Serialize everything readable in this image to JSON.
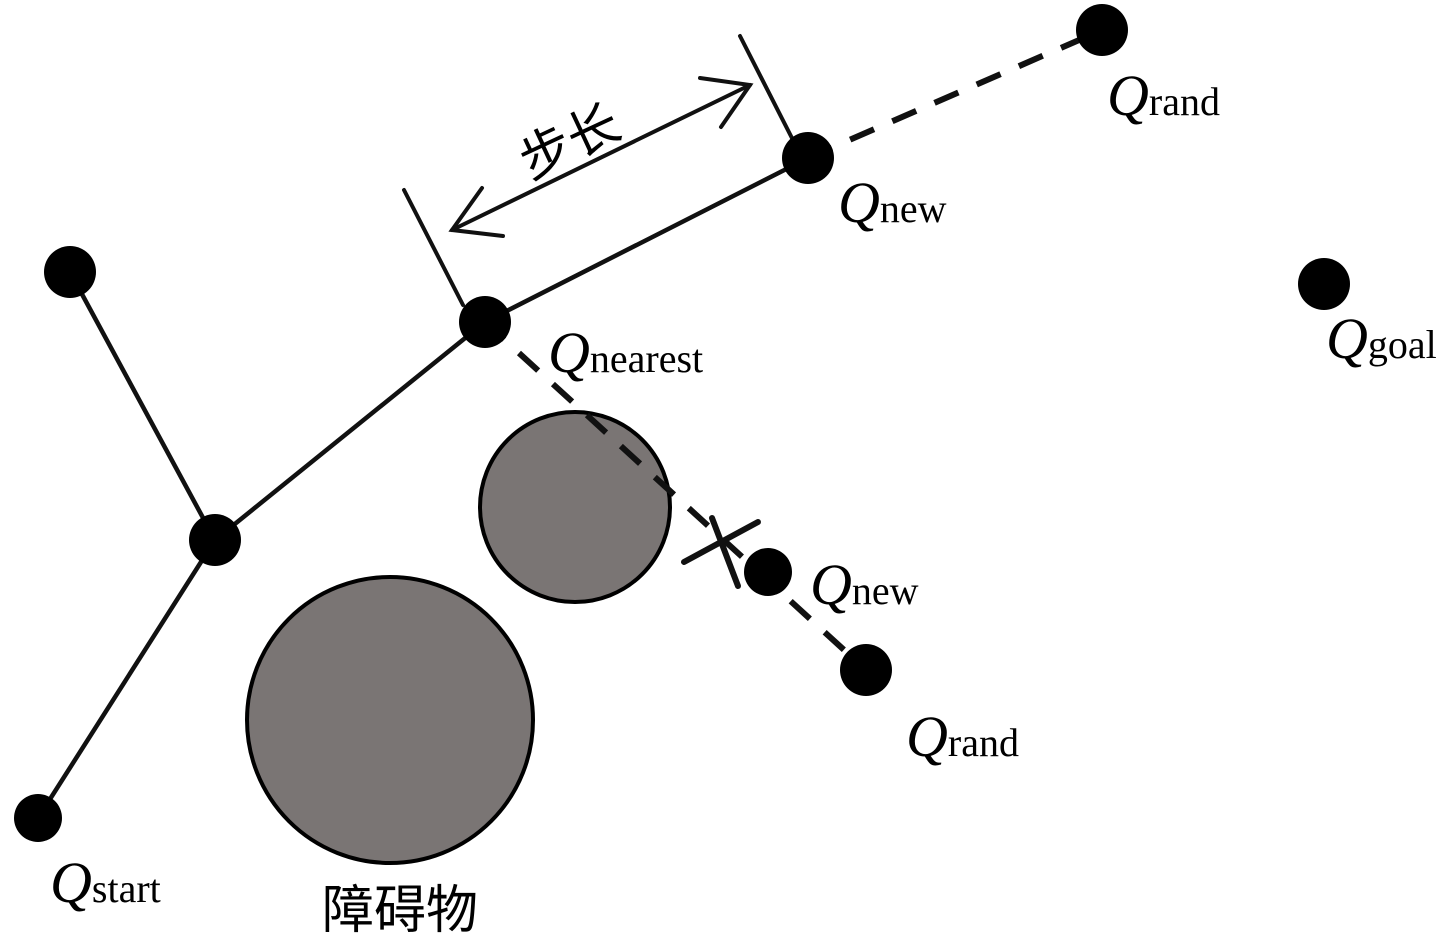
{
  "labels": {
    "step_length": "步长",
    "obstacle": "障碍物",
    "q_letter": "Q",
    "start": "start",
    "nearest": "nearest",
    "new_upper": "new",
    "rand_upper": "rand",
    "goal": "goal",
    "new_lower": "new",
    "rand_lower": "rand"
  },
  "colors": {
    "line": "#111111",
    "node": "#000000",
    "obstacle_fill": "#7a7574",
    "obstacle_stroke": "#000000",
    "background": "#ffffff"
  }
}
